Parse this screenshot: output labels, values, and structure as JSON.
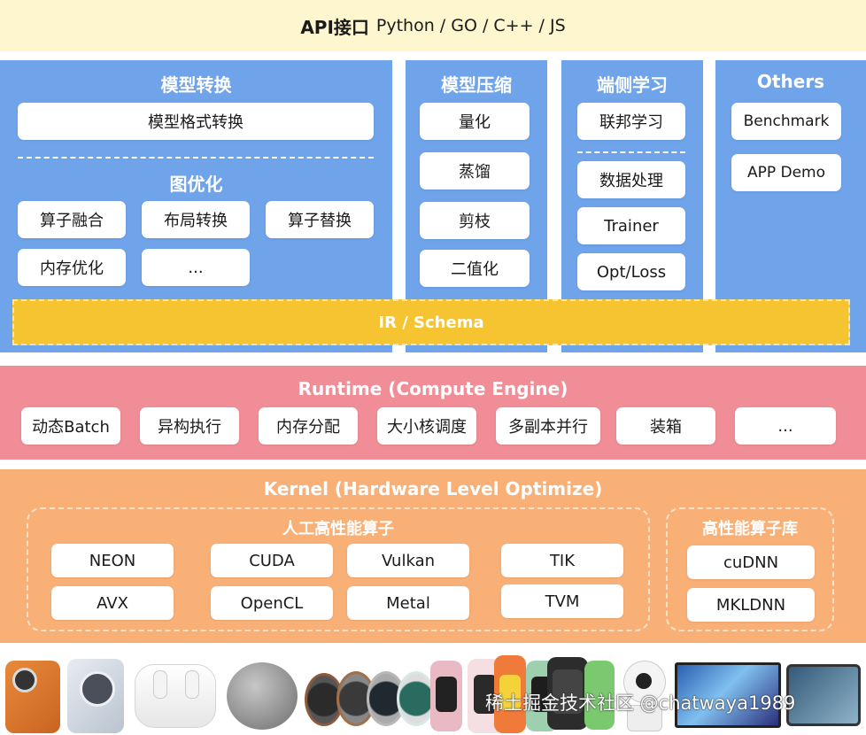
{
  "api": {
    "bold": "API接口",
    "rest": "Python / GO / C++ / JS"
  },
  "model_convert": {
    "title": "模型转换",
    "format_box": "模型格式转换",
    "graph_title": "图优化",
    "items": [
      "算子融合",
      "布局转换",
      "算子替换",
      "内存优化",
      "..."
    ]
  },
  "model_compress": {
    "title": "模型压缩",
    "items": [
      "量化",
      "蒸馏",
      "剪枝",
      "二值化"
    ]
  },
  "edge_learning": {
    "title": "端侧学习",
    "items": [
      "联邦学习",
      "数据处理",
      "Trainer",
      "Opt/Loss"
    ]
  },
  "others": {
    "title": "Others",
    "items": [
      "Benchmark",
      "APP Demo"
    ]
  },
  "ir": {
    "label": "IR / Schema"
  },
  "runtime": {
    "title": "Runtime (Compute Engine)",
    "items": [
      "动态Batch",
      "异构执行",
      "内存分配",
      "大小核调度",
      "多副本并行",
      "装箱",
      "..."
    ]
  },
  "kernel": {
    "title": "Kernel (Hardware Level Optimize)",
    "manual_title": "人工高性能算子",
    "manual_items": [
      "NEON",
      "AVX",
      "CUDA",
      "OpenCL",
      "Vulkan",
      "Metal",
      "TIK",
      "TVM"
    ],
    "lib_title": "高性能算子库",
    "lib_items": [
      "cuDNN",
      "MKLDNN"
    ]
  },
  "colors": {
    "api_bg": "#fdf6cf",
    "blue": "#6fa3ea",
    "ir": "#f6c431",
    "runtime": "#f08d96",
    "kernel": "#f8b077"
  },
  "footer": {
    "watermark": "稀土掘金技术社区 @chatwaya1989"
  }
}
